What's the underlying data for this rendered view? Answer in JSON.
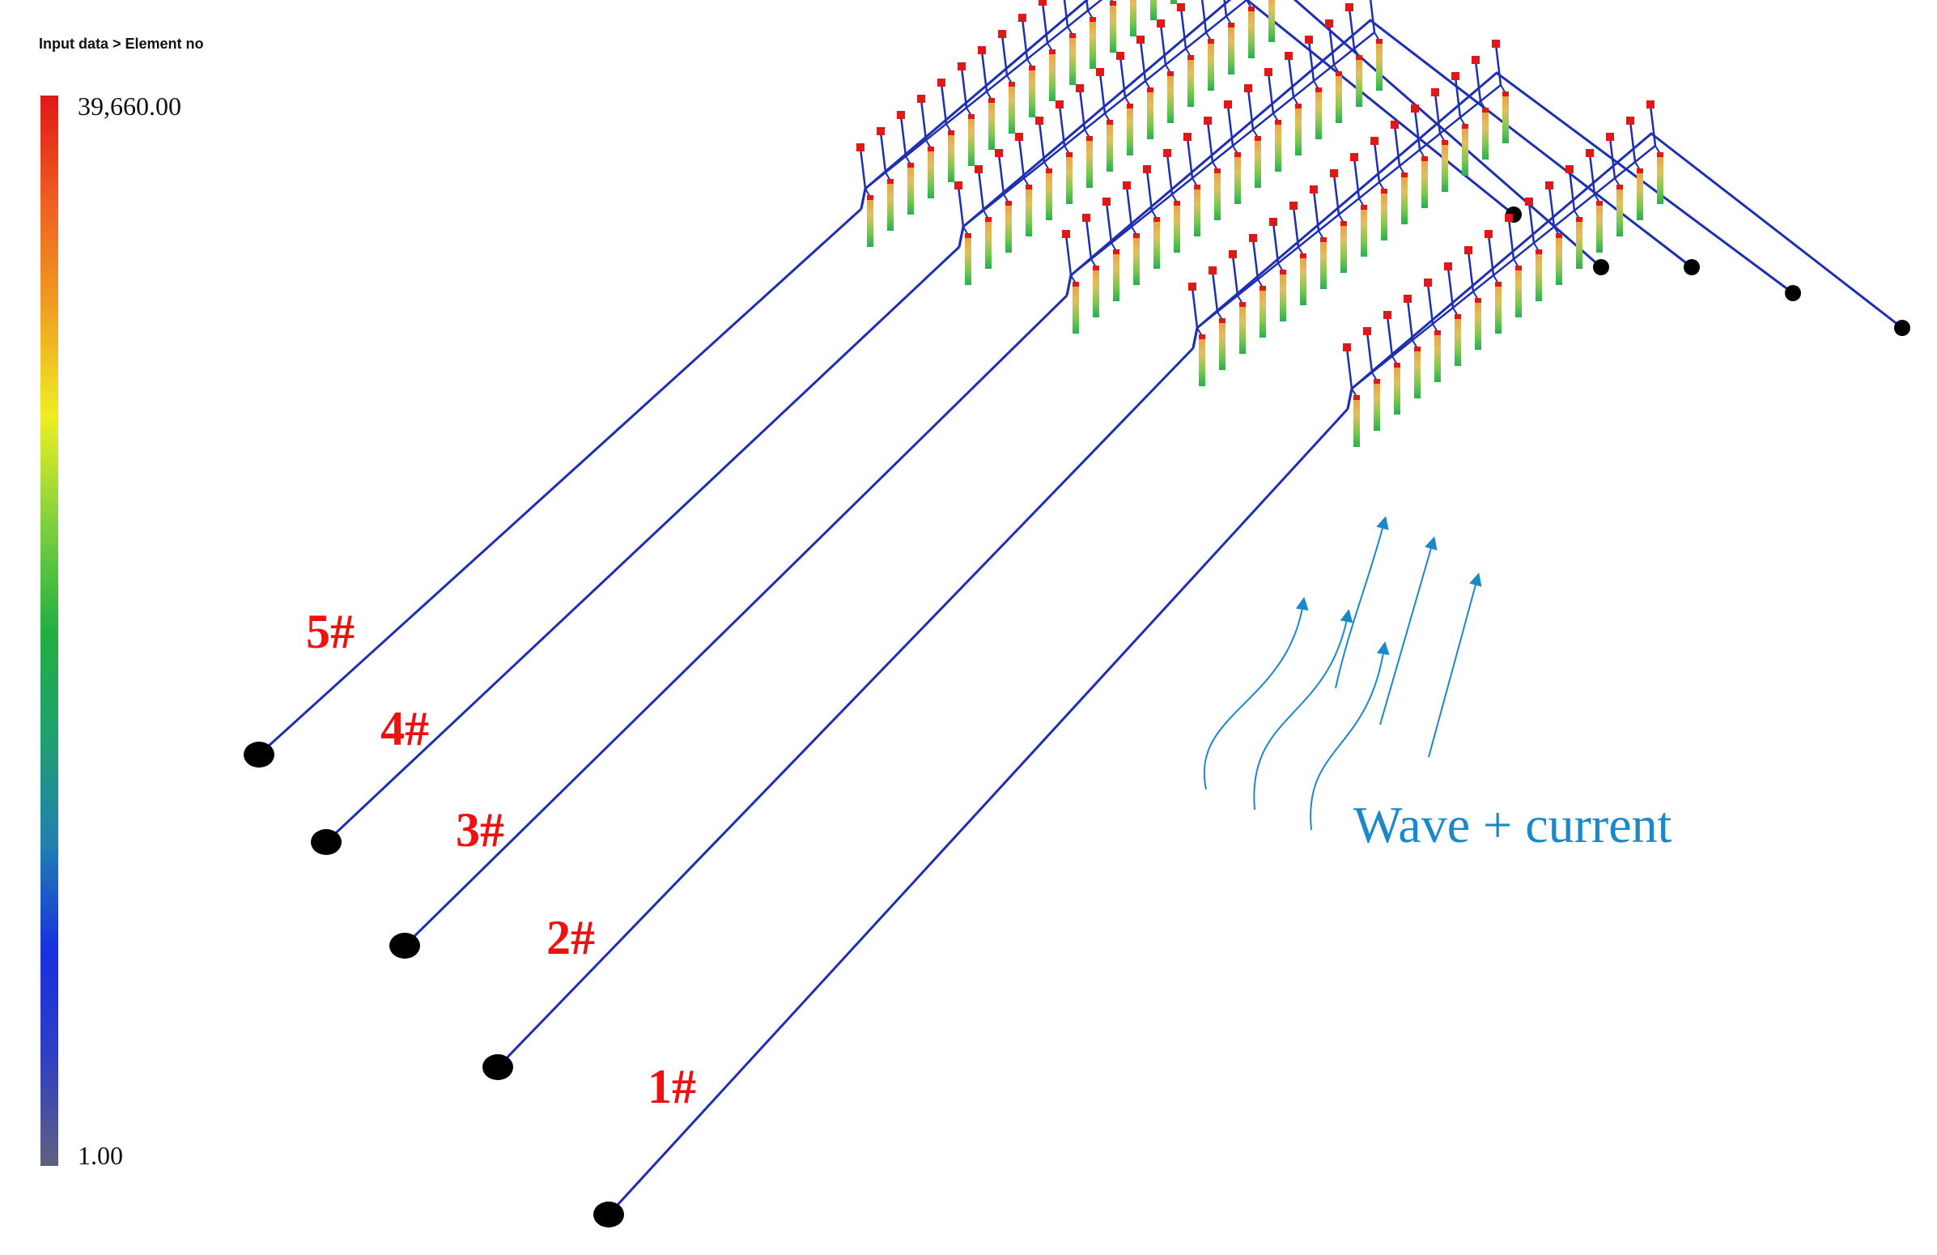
{
  "legend": {
    "title": "Input data > Element no",
    "max_label": "39,660.00",
    "min_label": "1.00",
    "gradient_colors": [
      "#e01818",
      "#ee6020",
      "#f0a020",
      "#eeee22",
      "#80d040",
      "#20b040",
      "#20a070",
      "#2080b0",
      "#1830e0",
      "#3040c0",
      "#606080"
    ]
  },
  "mooring_lines": [
    {
      "label": "5#"
    },
    {
      "label": "4#"
    },
    {
      "label": "3#"
    },
    {
      "label": "2#"
    },
    {
      "label": "1#"
    }
  ],
  "flow_label": "Wave + current",
  "colors": {
    "mooring_line": "#1e2fb0",
    "anchor": "#000000",
    "float": "#e01818",
    "label": "#ee1111",
    "flow": "#1a88c9"
  },
  "structure": {
    "arrays": 5,
    "cages_per_array": 16,
    "anchors_per_line": 2
  }
}
